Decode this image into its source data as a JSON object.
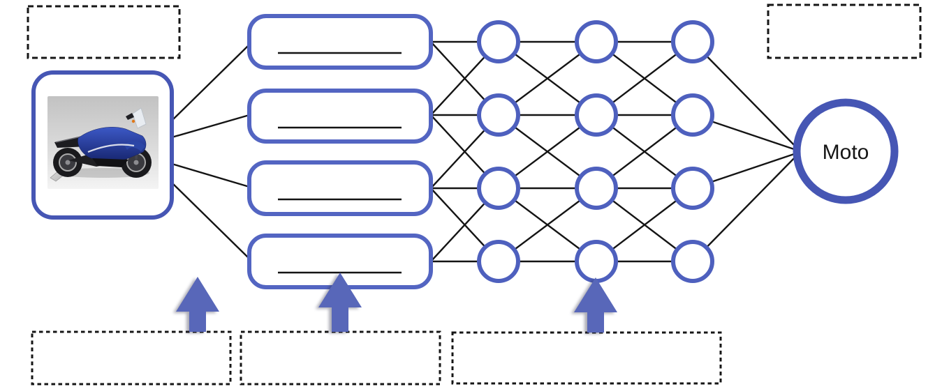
{
  "network": {
    "input_node": {
      "type": "photo",
      "subject": "blue sport motorcycle, side view, on gray studio background"
    },
    "feature_boxes": [
      {
        "text": ""
      },
      {
        "text": ""
      },
      {
        "text": ""
      },
      {
        "text": ""
      }
    ],
    "hidden_layers": {
      "columns": 3,
      "nodes_per_column": 4
    },
    "output_node": {
      "label": "Moto",
      "shape": "circle"
    },
    "placeholder_labels": {
      "top_left": "",
      "top_right": "",
      "bottom_left": "",
      "bottom_center": "",
      "bottom_right": ""
    },
    "up_arrows": 3
  },
  "colors": {
    "accent": "#4656b4",
    "feature-stroke": "#5365c2",
    "node-stroke": "#4e60be",
    "arrow-fill": "#5867b9",
    "line": "#141414",
    "dash": "#161616"
  }
}
